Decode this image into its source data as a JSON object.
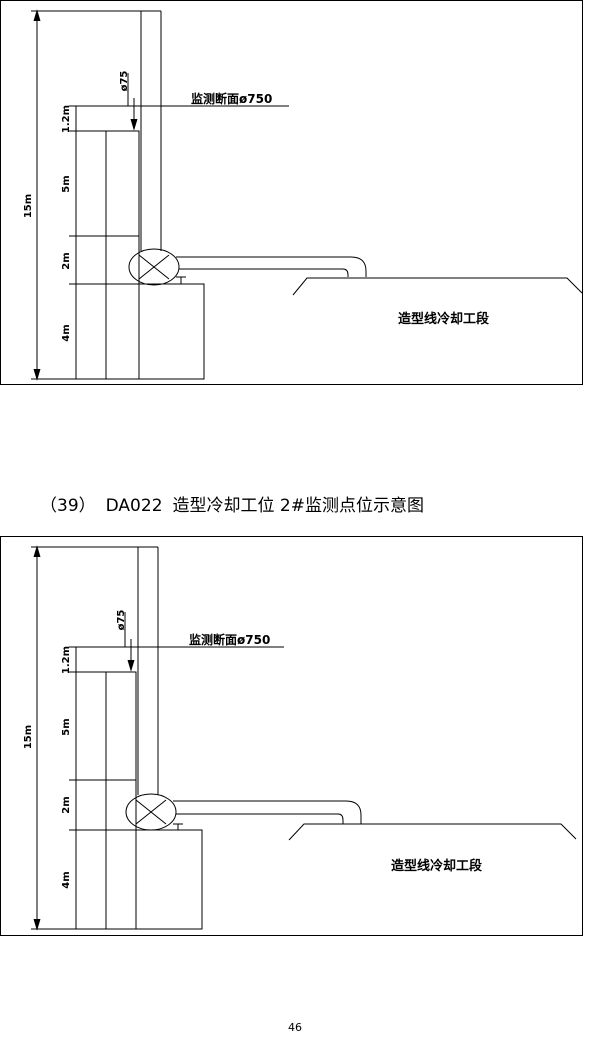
{
  "figures": [
    {
      "dimensions": {
        "total": "15m",
        "top": "1.2m",
        "mid": "5m",
        "low": "2m",
        "base": "4m",
        "diameter": "ø75"
      },
      "section_label": "监测断面ø750",
      "zone_label": "造型线冷却工段"
    },
    {
      "dimensions": {
        "total": "15m",
        "top": "1.2m",
        "mid": "5m",
        "low": "2m",
        "base": "4m",
        "diameter": "ø75"
      },
      "section_label": "监测断面ø750",
      "zone_label": "造型线冷却工段"
    }
  ],
  "caption": {
    "number": "（39）",
    "code": "DA022",
    "title": "造型冷却工位 2#监测点位示意图"
  },
  "page_number": "46"
}
